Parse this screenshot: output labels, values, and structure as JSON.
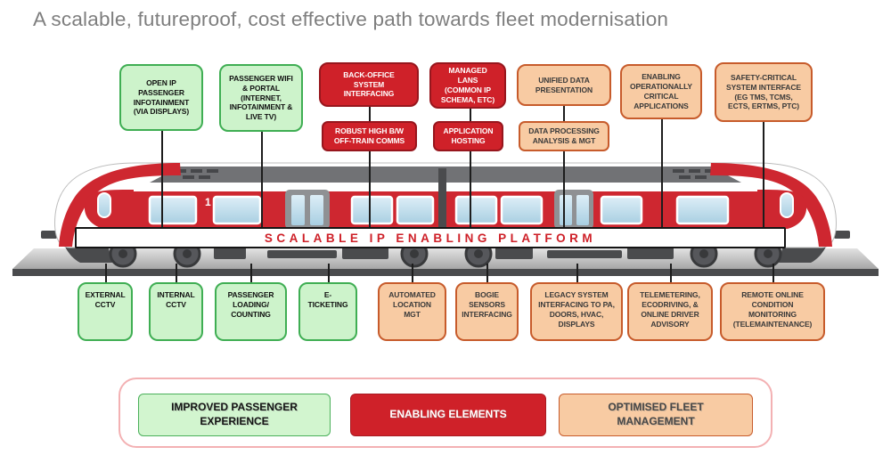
{
  "title": "A scalable, futureproof, cost effective path towards fleet modernisation",
  "platform_banner": "SCALABLE IP ENABLING PLATFORM",
  "train": {
    "car_number": "1"
  },
  "top_boxes": [
    {
      "type": "green",
      "label": "OPEN IP PASSENGER INFOTAINMENT (VIA DISPLAYS)"
    },
    {
      "type": "green",
      "label": "PASSENGER WIFI & PORTAL (INTERNET, INFOTAINMENT & LIVE TV)"
    },
    {
      "type": "red",
      "label": "BACK-OFFICE SYSTEM INTERFACING"
    },
    {
      "type": "red",
      "label": "ROBUST HIGH B/W OFF-TRAIN COMMS"
    },
    {
      "type": "red",
      "label": "MANAGED LANS (COMMON IP SCHEMA, ETC)"
    },
    {
      "type": "red",
      "label": "APPLICATION HOSTING"
    },
    {
      "type": "orange",
      "label": "UNIFIED DATA PRESENTATION"
    },
    {
      "type": "orange",
      "label": "DATA PROCESSING ANALYSIS & MGT"
    },
    {
      "type": "orange",
      "label": "ENABLING OPERATIONALLY CRITICAL APPLICATIONS"
    },
    {
      "type": "orange",
      "label": "SAFETY-CRITICAL SYSTEM INTERFACE (EG TMS, TCMS, ECTS, ERTMS, PTC)"
    }
  ],
  "bottom_boxes": [
    {
      "type": "green",
      "label": "EXTERNAL CCTV"
    },
    {
      "type": "green",
      "label": "INTERNAL CCTV"
    },
    {
      "type": "green",
      "label": "PASSENGER LOADING/ COUNTING"
    },
    {
      "type": "green",
      "label": "E-TICKETING"
    },
    {
      "type": "orange",
      "label": "AUTOMATED LOCATION MGT"
    },
    {
      "type": "orange",
      "label": "BOGIE SENSORS INTERFACING"
    },
    {
      "type": "orange",
      "label": "LEGACY SYSTEM INTERFACING TO PA, DOORS, HVAC, DISPLAYS"
    },
    {
      "type": "orange",
      "label": "TELEMETERING, ECODRIVING, & ONLINE DRIVER ADVISORY"
    },
    {
      "type": "orange",
      "label": "REMOTE ONLINE CONDITION MONITORING (TELEMAINTENANCE)"
    }
  ],
  "legend": {
    "items": [
      {
        "type": "green",
        "label": "IMPROVED PASSENGER EXPERIENCE"
      },
      {
        "type": "red",
        "label": "ENABLING ELEMENTS"
      },
      {
        "type": "orange",
        "label": "OPTIMISED FLEET MANAGEMENT"
      }
    ]
  },
  "colors": {
    "green_fill": "#cdf3cb",
    "green_border": "#3fae53",
    "red_fill": "#cf2129",
    "red_border": "#97161d",
    "orange_fill": "#f8cba3",
    "orange_border": "#c75b2b",
    "train_red": "#ce2730",
    "roof_gray": "#717275",
    "dark_gray": "#4a4b4d",
    "window_blue": "#b7d9ea",
    "banner_text": "#ce2028",
    "title_gray": "#7e7e7e",
    "legend_border_pink": "#f3b1b3"
  }
}
